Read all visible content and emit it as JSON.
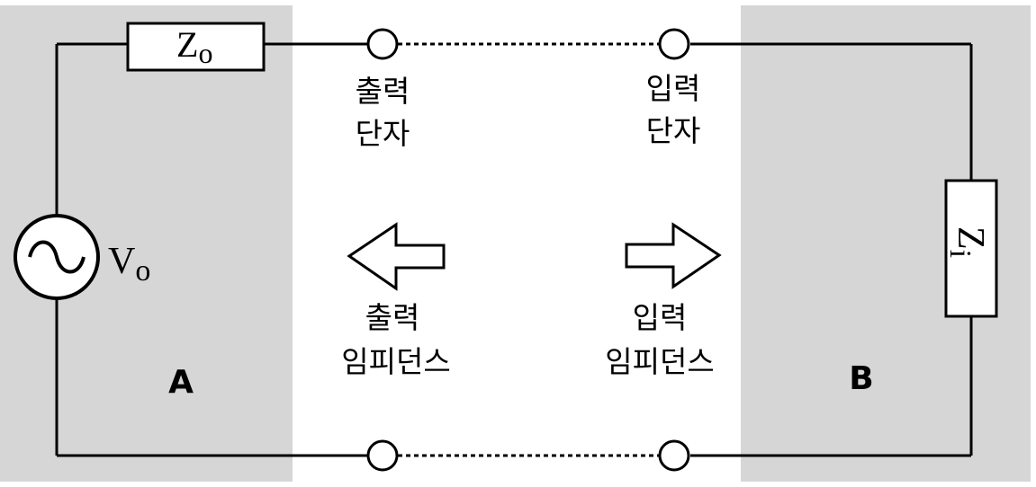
{
  "colors": {
    "panel": "#d6d6d6",
    "background": "#ffffff",
    "line": "#000000"
  },
  "blocks": {
    "a": {
      "label": "A"
    },
    "b": {
      "label": "B"
    }
  },
  "components": {
    "output_impedance": {
      "symbol": "Z",
      "subscript": "o",
      "icon": "resistor-icon"
    },
    "input_impedance": {
      "symbol": "Z",
      "subscript": "i",
      "icon": "resistor-icon"
    },
    "voltage_source": {
      "symbol": "V",
      "subscript": "o",
      "icon": "ac-source-icon"
    }
  },
  "terminals": {
    "output": {
      "line1": "출력",
      "line2": "단자"
    },
    "input": {
      "line1": "입력",
      "line2": "단자"
    }
  },
  "impedance_labels": {
    "output": {
      "line1": "출력",
      "line2": "임피던스",
      "icon": "arrow-left-icon"
    },
    "input": {
      "line1": "입력",
      "line2": "임피던스",
      "icon": "arrow-right-icon"
    }
  }
}
